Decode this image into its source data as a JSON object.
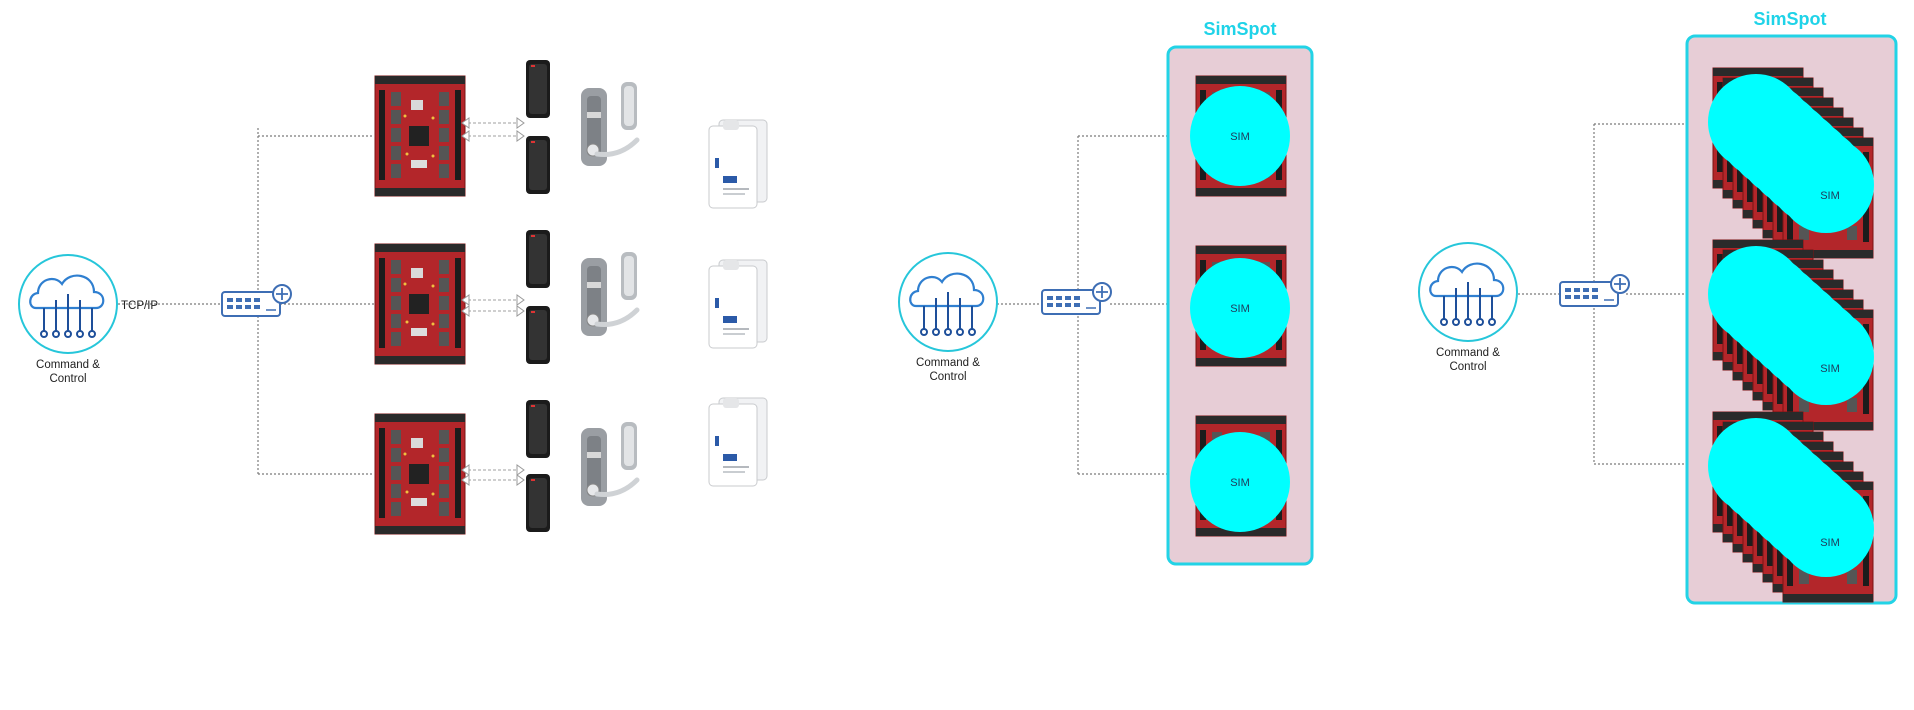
{
  "colors": {
    "accent": "#00FFFF",
    "simspot_border": "#22D3E6",
    "simspot_fill": "#E7CDD6",
    "board_red": "#B3262A",
    "line": "#7B7B7B",
    "switch_blue": "#3E6EB4",
    "title_cyan": "#1FD3E8"
  },
  "icons": [
    "cloud-network-icon",
    "network-switch-icon",
    "controller-board-icon",
    "card-reader-icon",
    "door-lock-icon",
    "access-card-icon"
  ],
  "section1": {
    "cloud_label_line1": "Command &",
    "cloud_label_line2": "Control",
    "link_label": "TCP/IP"
  },
  "section2": {
    "simspot_title": "SimSpot",
    "cloud_label_line1": "Command &",
    "cloud_label_line2": "Control",
    "sim_labels": [
      "SIM",
      "SIM",
      "SIM"
    ]
  },
  "section3": {
    "simspot_title": "SimSpot",
    "cloud_label_line1": "Command &",
    "cloud_label_line2": "Control",
    "sim_labels": [
      "SIM",
      "SIM",
      "SIM"
    ]
  }
}
